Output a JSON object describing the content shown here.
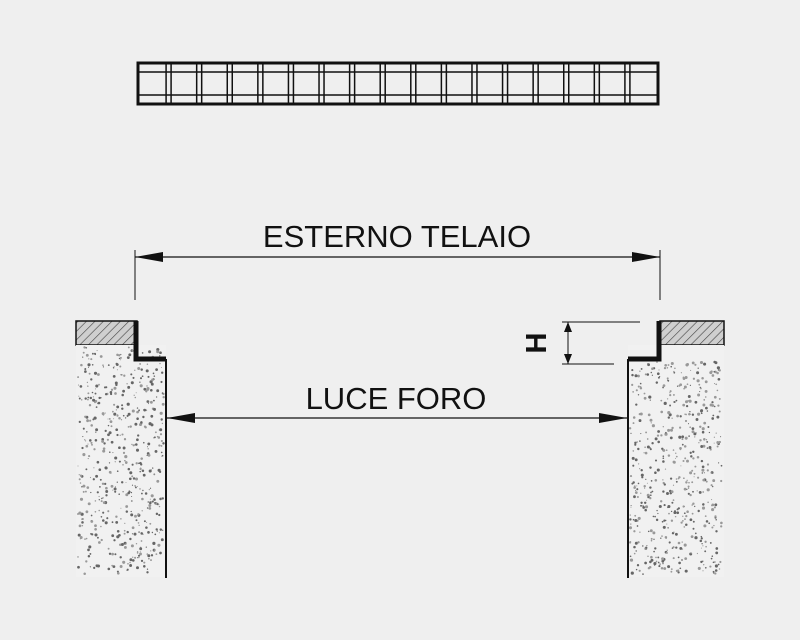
{
  "labels": {
    "frame_outer": "ESTERNO TELAIO",
    "opening": "LUCE FORO",
    "height": "H"
  },
  "grating": {
    "cells": 17
  },
  "colors": {
    "background": "#efefef",
    "line": "#111111",
    "concrete_fill": "#f1f1f1",
    "concrete_speckle": "#777777",
    "hatch_fill": "#cfcfcf"
  }
}
